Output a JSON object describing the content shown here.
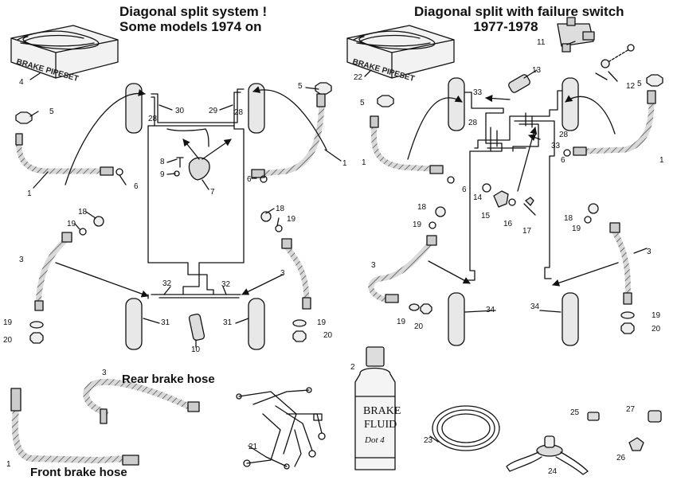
{
  "titles": {
    "left_line1": "Diagonal split system !",
    "left_line2": "Some models 1974 on",
    "right_line1": "Diagonal split with failure switch",
    "right_line2": "1977-1978"
  },
  "captions": {
    "rear_brake_hose": "Rear brake hose",
    "front_brake_hose": "Front brake hose"
  },
  "package_label": "BRAKE PIPESET",
  "bottle": {
    "line1": "BRAKE",
    "line2": "FLUID",
    "line3": "Dot 4"
  },
  "callouts": {
    "c4": "4",
    "c5a": "5",
    "c1a": "1",
    "c6a": "6",
    "c30": "30",
    "c28a": "28",
    "c29": "29",
    "c28b": "28",
    "c5b": "5",
    "c1b": "1",
    "c6b": "6",
    "c8": "8",
    "c9": "9",
    "c7": "7",
    "c18a": "18",
    "c19a": "19",
    "c3a": "3",
    "c18b": "18",
    "c19b": "19",
    "c3b": "3",
    "c32a": "32",
    "c32b": "32",
    "c19c": "19",
    "c20a": "20",
    "c31a": "31",
    "c10": "10",
    "c31b": "31",
    "c19d": "19",
    "c20b": "20",
    "c22": "22",
    "c11": "11",
    "c13": "13",
    "c12": "12",
    "c5c": "5",
    "c33a": "33",
    "c28c": "28",
    "c5d": "5",
    "c33b": "33",
    "c28d": "28",
    "c1c": "1",
    "c6c": "6",
    "c6d": "6",
    "c1d": "1",
    "c14": "14",
    "c15": "15",
    "c16": "16",
    "c17": "17",
    "c18c": "18",
    "c19e": "19",
    "c18d": "18",
    "c19f": "19",
    "c3c": "3",
    "c3d": "3",
    "c34a": "34",
    "c34b": "34",
    "c19g": "19",
    "c20c": "20",
    "c19h": "19",
    "c20d": "20",
    "c3e": "3",
    "c1e": "1",
    "c21": "21",
    "c2": "2",
    "c23": "23",
    "c25": "25",
    "c27": "27",
    "c24": "24",
    "c26": "26"
  },
  "colors": {
    "ink": "#111111",
    "fill_light": "#e8e8e8",
    "fill_mid": "#bdbdbd"
  }
}
